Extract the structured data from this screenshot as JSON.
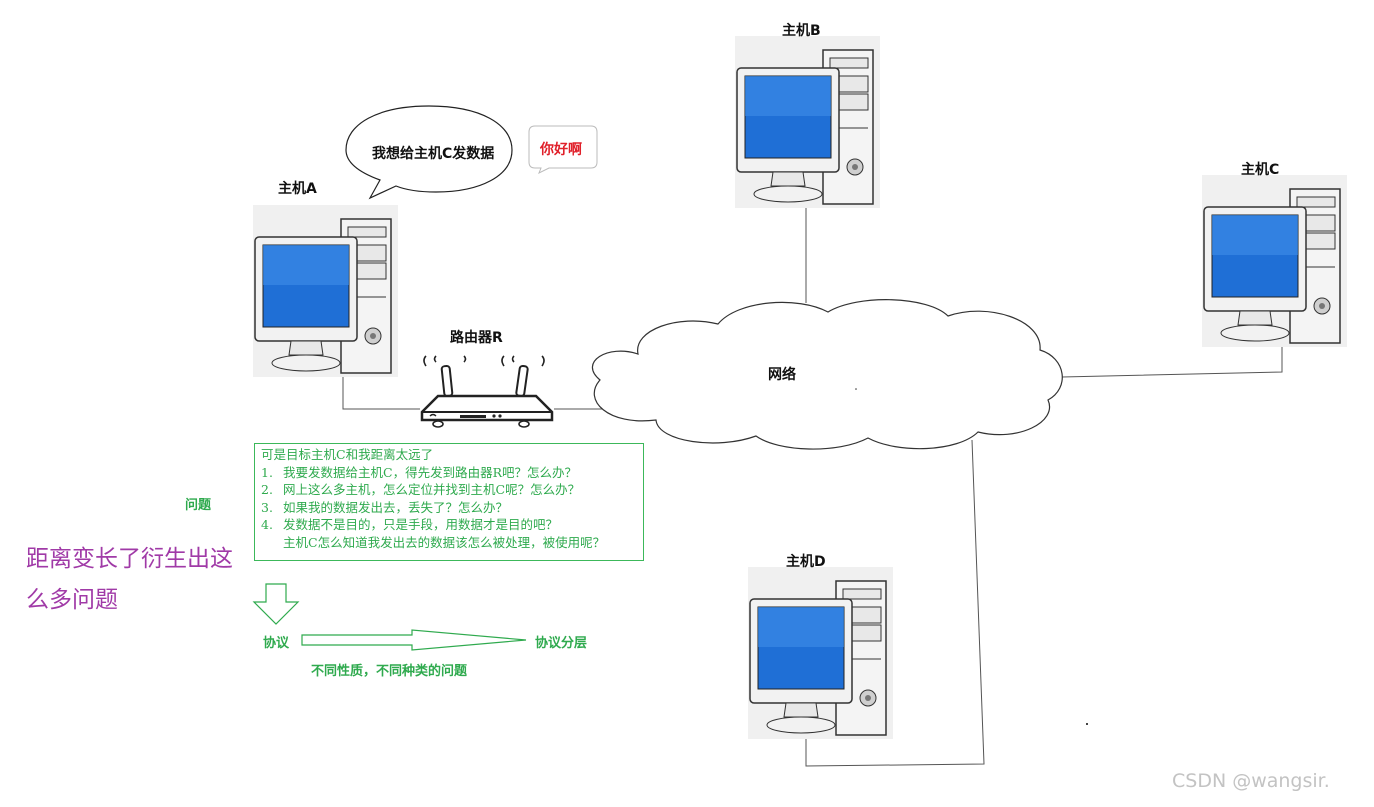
{
  "hosts": {
    "a": "主机A",
    "b": "主机B",
    "c": "主机C",
    "d": "主机D"
  },
  "router_label": "路由器R",
  "network_label": "网络",
  "speech_bubble": "我想给主机C发数据",
  "hello_bubble": "你好啊",
  "questions": {
    "intro": "可是目标主机C和我距离太远了",
    "items": [
      {
        "num": "1.",
        "text": "我要发数据给主机C，得先发到路由器R吧？怎么办？"
      },
      {
        "num": "2.",
        "text": "网上这么多主机，怎么定位并找到主机C呢？怎么办？"
      },
      {
        "num": "3.",
        "text": "如果我的数据发出去，丢失了？怎么办？"
      },
      {
        "num": "4.",
        "text": "发数据不是目的，只是手段，用数据才是目的吧？"
      }
    ],
    "continuation": "主机C怎么知道我发出去的数据该怎么被处理，被使用呢？"
  },
  "question_label": "问题",
  "purple_note": {
    "line1": "距离变长了衍生出这",
    "line2": "么多问题"
  },
  "protocol_label": "协议",
  "protocol_layering_label": "协议分层",
  "arrow_caption": "不同性质，不同种类的问题",
  "watermark": "CSDN @wangsir.",
  "colors": {
    "green": "#2faa4e",
    "purple": "#a03aa7",
    "red": "#e0202a",
    "screen_blue": "#1f6fd6"
  }
}
